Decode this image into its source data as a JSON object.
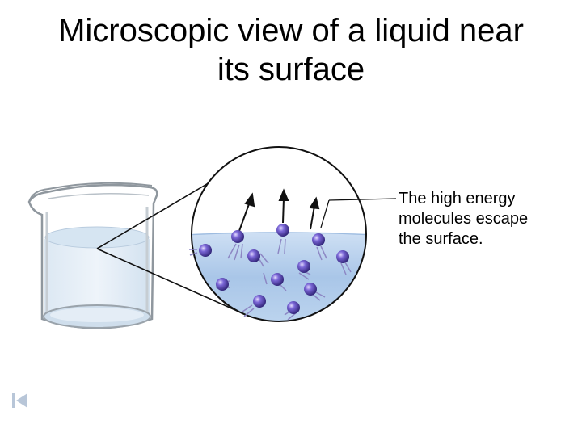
{
  "slide": {
    "title_line1": "Microscopic view of a liquid near",
    "title_line2": "its surface",
    "callout_line1": "The high energy",
    "callout_line2": "molecules escape",
    "callout_line3": "the surface."
  },
  "colors": {
    "molecule": "#4a3aa8",
    "liquid": "#b9d3ee",
    "glass_outline": "#9aa3ab",
    "nav_icon": "#b8c6d8"
  },
  "icons": {
    "nav": "first-slide-icon"
  }
}
